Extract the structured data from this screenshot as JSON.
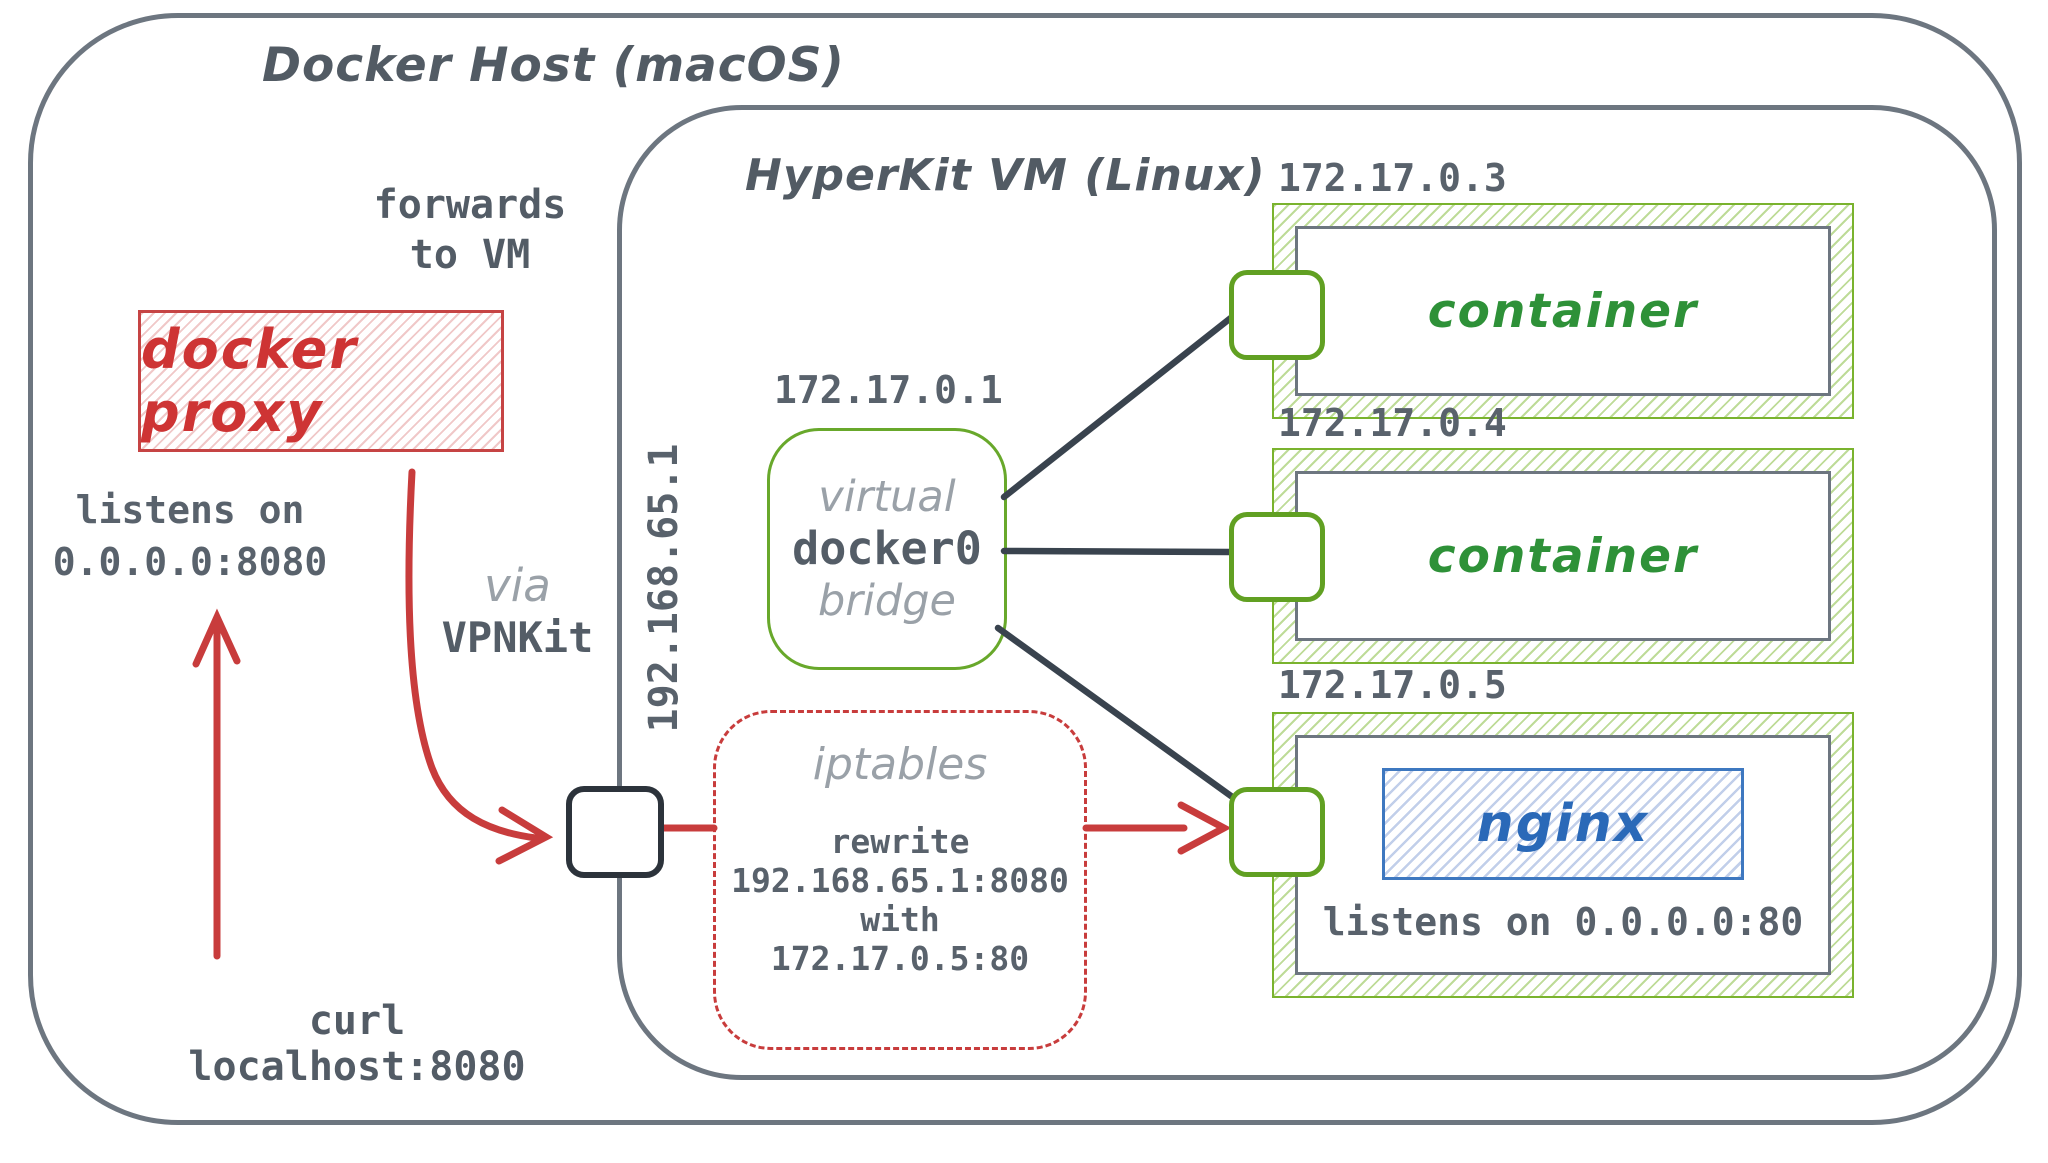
{
  "host": {
    "title": "Docker Host (macOS)"
  },
  "vm": {
    "title": "HyperKit VM (Linux)",
    "ip_label": "192.168.65.1"
  },
  "proxy": {
    "label": "docker proxy",
    "forwards_line1": "forwards",
    "forwards_line2": "to VM",
    "listens_line1": "listens on",
    "listens_line2": "0.0.0.0:8080"
  },
  "flow": {
    "curl_command": "curl localhost:8080",
    "via_line1": "via",
    "via_line2": "VPNKit"
  },
  "bridge": {
    "ip": "172.17.0.1",
    "line1": "virtual",
    "line2": "docker0",
    "line3": "bridge"
  },
  "iptables": {
    "title": "iptables",
    "lines": [
      "rewrite",
      "192.168.65.1:8080",
      "with",
      "172.17.0.5:80"
    ]
  },
  "containers": [
    {
      "ip": "172.17.0.3",
      "label": "container"
    },
    {
      "ip": "172.17.0.4",
      "label": "container"
    },
    {
      "ip": "172.17.0.5",
      "app": "nginx",
      "note": "listens on 0.0.0.0:80"
    }
  ],
  "colors": {
    "border_gray": "#6d7680",
    "accent_red": "#c83c3c",
    "accent_green": "#68a82b",
    "accent_blue": "#3e78c0",
    "wire_dark": "#39434e",
    "text_dark": "#545d67",
    "text_gray_hand": "#9aa1a8",
    "container_text": "#2e9138",
    "nginx_text": "#2a69b8"
  }
}
